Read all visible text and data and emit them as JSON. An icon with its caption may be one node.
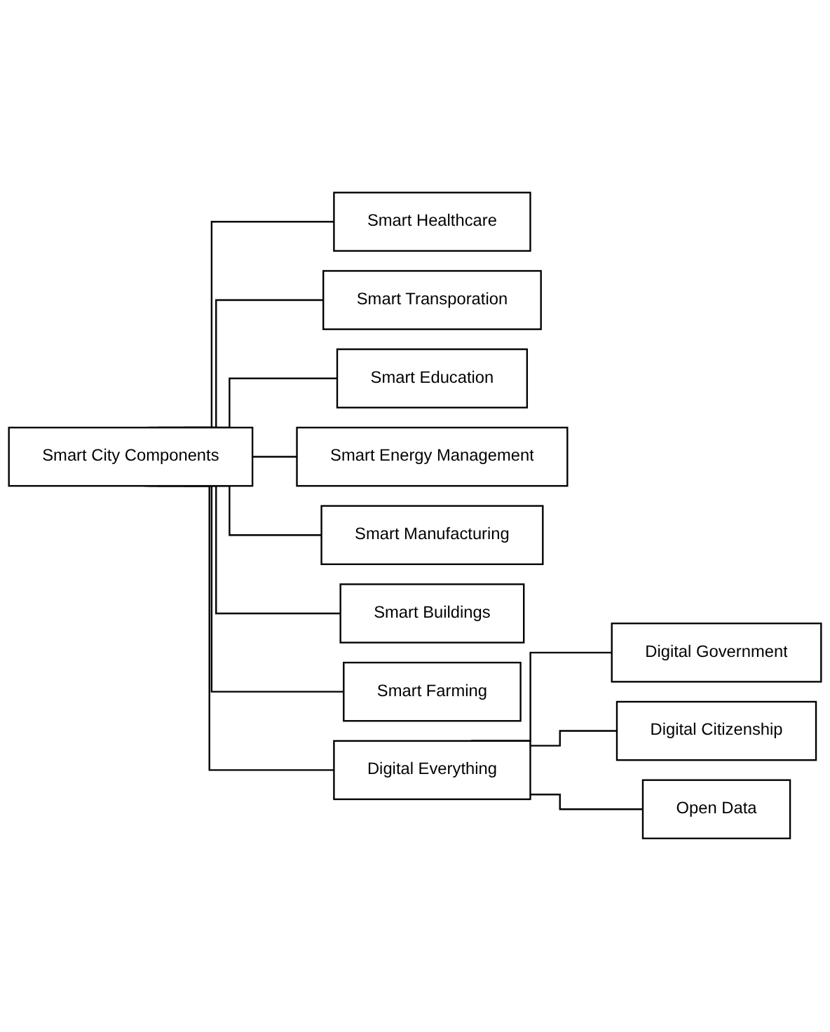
{
  "diagram": {
    "nodes": [
      {
        "text": [
          "Smart City Components"
        ]
      },
      {
        "text": [
          "Smart Healthcare"
        ]
      },
      {
        "text": [
          "Smart Transporation"
        ]
      },
      {
        "text": [
          "Smart Education"
        ]
      },
      {
        "text": [
          "Smart Energy Management"
        ]
      },
      {
        "text": [
          "Smart Manufacturing"
        ]
      },
      {
        "text": [
          "Smart Buildings"
        ]
      },
      {
        "text": [
          "Smart Farming"
        ]
      },
      {
        "text": [
          "Digital Everything"
        ]
      },
      {
        "text": [
          "Digital Government"
        ]
      },
      {
        "text": [
          "Digital Citizenship"
        ]
      },
      {
        "text": [
          "Open Data"
        ]
      }
    ],
    "edges": [
      {
        "from": 0,
        "to": 1,
        "arrow": "none"
      },
      {
        "from": 0,
        "to": 2,
        "arrow": "none"
      },
      {
        "from": 0,
        "to": 3,
        "arrow": "none"
      },
      {
        "from": 0,
        "to": 4,
        "arrow": "none"
      },
      {
        "from": 0,
        "to": 5,
        "arrow": "none"
      },
      {
        "from": 0,
        "to": 6,
        "arrow": "none"
      },
      {
        "from": 0,
        "to": 7,
        "arrow": "none"
      },
      {
        "from": 0,
        "to": 8,
        "arrow": "none"
      },
      {
        "from": 8,
        "to": 9,
        "arrow": "none"
      },
      {
        "from": 8,
        "to": 10,
        "arrow": "none"
      },
      {
        "from": 8,
        "to": 11,
        "arrow": "none"
      }
    ]
  }
}
